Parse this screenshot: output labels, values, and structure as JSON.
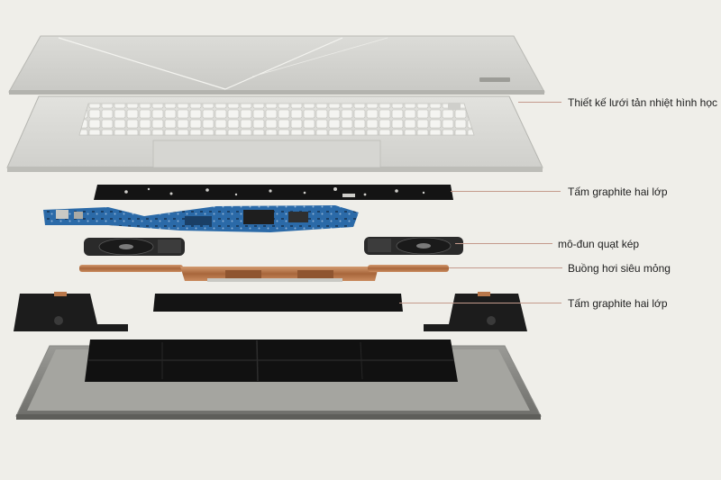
{
  "callouts": [
    {
      "id": "lid",
      "text": "Thiết kế lưới tản nhiệt hình học"
    },
    {
      "id": "graphite_top",
      "text": "Tấm graphite hai lớp"
    },
    {
      "id": "fans",
      "text": "mô-đun quạt kép"
    },
    {
      "id": "vapor",
      "text": "Buồng hơi siêu mỏng"
    },
    {
      "id": "graphite_bottom",
      "text": "Tấm graphite hai lớp"
    }
  ],
  "colors": {
    "background": "#efeee9",
    "leader_line": "#c49a8c",
    "aluminum": "#d9d9d5",
    "graphite": "#141414",
    "pcb": "#2b6aa8",
    "copper": "#b9774a"
  }
}
